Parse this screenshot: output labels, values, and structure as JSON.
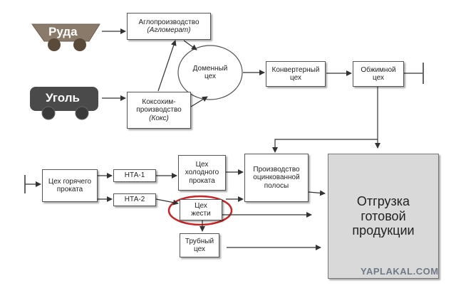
{
  "carts": {
    "ore": {
      "label": "Руда",
      "color": "#8a7a6a"
    },
    "coal": {
      "label": "Уголь",
      "color": "#4a4a4a"
    }
  },
  "nodes": {
    "sinter": {
      "line1": "Аглопроизводство",
      "line2": "(Агломерат)"
    },
    "coke": {
      "line1": "Коксохим-\nпроизводство",
      "line2": "(Кокс)"
    },
    "blast_furnace": {
      "label": "Доменный\nцех"
    },
    "converter": {
      "label": "Конвертерный\nцех"
    },
    "blooming": {
      "label": "Обжимной\nцех"
    },
    "hot_rolling": {
      "label": "Цех горячего\nпроката"
    },
    "nta1": {
      "label": "НТА-1"
    },
    "nta2": {
      "label": "НТА-2"
    },
    "cold_rolling": {
      "label": "Цех\nхолодного\nпроката"
    },
    "galvanized": {
      "label": "Производство\nоцинкованной\nполосы"
    },
    "tin": {
      "label": "Цех\nжести"
    },
    "pipe": {
      "label": "Трубный\nцех"
    },
    "shipment": {
      "label": "Отгрузка\nготовой\nпродукции"
    }
  },
  "colors": {
    "highlight_ring": "#cc2222",
    "shipment_fill": "#d9d9d9",
    "lines": "#333333"
  },
  "watermark": "YAPLAKAL.COM"
}
